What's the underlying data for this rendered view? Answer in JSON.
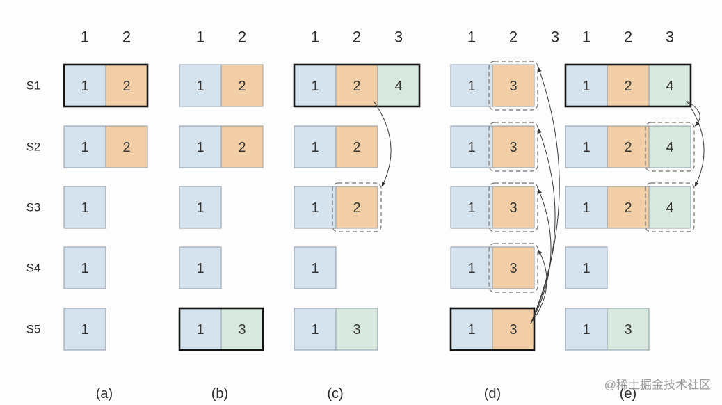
{
  "row_labels": [
    "S1",
    "S2",
    "S3",
    "S4",
    "S5"
  ],
  "colors": {
    "blue": "#d5e3ee",
    "orange": "#f2cea6",
    "green": "#d8eadf",
    "cell_border": "#8e9ba5",
    "bold_border": "#141414",
    "dashed": "#737373",
    "arrow": "#3a3a3a"
  },
  "panels": [
    {
      "label": "(a)",
      "indices": [
        "1",
        "2"
      ],
      "rows": [
        {
          "bold": true,
          "cells": [
            {
              "value": "1",
              "color": "blue"
            },
            {
              "value": "2",
              "color": "orange"
            }
          ]
        },
        {
          "cells": [
            {
              "value": "1",
              "color": "blue"
            },
            {
              "value": "2",
              "color": "orange"
            }
          ]
        },
        {
          "cells": [
            {
              "value": "1",
              "color": "blue"
            }
          ]
        },
        {
          "cells": [
            {
              "value": "1",
              "color": "blue"
            }
          ]
        },
        {
          "cells": [
            {
              "value": "1",
              "color": "blue"
            }
          ]
        }
      ],
      "arrows": []
    },
    {
      "label": "(b)",
      "indices": [
        "1",
        "2"
      ],
      "rows": [
        {
          "cells": [
            {
              "value": "1",
              "color": "blue"
            },
            {
              "value": "2",
              "color": "orange"
            }
          ]
        },
        {
          "cells": [
            {
              "value": "1",
              "color": "blue"
            },
            {
              "value": "2",
              "color": "orange"
            }
          ]
        },
        {
          "cells": [
            {
              "value": "1",
              "color": "blue"
            }
          ]
        },
        {
          "cells": [
            {
              "value": "1",
              "color": "blue"
            }
          ]
        },
        {
          "bold": true,
          "cells": [
            {
              "value": "1",
              "color": "blue"
            },
            {
              "value": "3",
              "color": "green"
            }
          ]
        }
      ],
      "arrows": []
    },
    {
      "label": "(c)",
      "indices": [
        "1",
        "2",
        "3"
      ],
      "rows": [
        {
          "bold": true,
          "cells": [
            {
              "value": "1",
              "color": "blue"
            },
            {
              "value": "2",
              "color": "orange"
            },
            {
              "value": "4",
              "color": "green"
            }
          ]
        },
        {
          "cells": [
            {
              "value": "1",
              "color": "blue"
            },
            {
              "value": "2",
              "color": "orange"
            }
          ]
        },
        {
          "cells": [
            {
              "value": "1",
              "color": "blue"
            },
            {
              "value": "2",
              "color": "orange",
              "dashed": true
            }
          ]
        },
        {
          "cells": [
            {
              "value": "1",
              "color": "blue"
            }
          ]
        },
        {
          "cells": [
            {
              "value": "1",
              "color": "blue"
            },
            {
              "value": "3",
              "color": "green"
            }
          ]
        }
      ],
      "arrows": [
        {
          "from": "S1",
          "to": "S3",
          "index": 2
        }
      ]
    },
    {
      "label": "(d)",
      "indices": [
        "1",
        "2",
        "3"
      ],
      "rows": [
        {
          "cells": [
            {
              "value": "1",
              "color": "blue"
            },
            {
              "value": "3",
              "color": "orange",
              "dashed": true
            }
          ]
        },
        {
          "cells": [
            {
              "value": "1",
              "color": "blue"
            },
            {
              "value": "3",
              "color": "orange",
              "dashed": true
            }
          ]
        },
        {
          "cells": [
            {
              "value": "1",
              "color": "blue"
            },
            {
              "value": "3",
              "color": "orange",
              "dashed": true
            }
          ]
        },
        {
          "cells": [
            {
              "value": "1",
              "color": "blue"
            },
            {
              "value": "3",
              "color": "orange",
              "dashed": true
            }
          ]
        },
        {
          "bold": true,
          "cells": [
            {
              "value": "1",
              "color": "blue"
            },
            {
              "value": "3",
              "color": "orange"
            }
          ]
        }
      ],
      "arrows": [
        {
          "from": "S5",
          "to": "S1",
          "index": 2
        },
        {
          "from": "S5",
          "to": "S2",
          "index": 2
        },
        {
          "from": "S5",
          "to": "S3",
          "index": 2
        },
        {
          "from": "S5",
          "to": "S4",
          "index": 2
        }
      ]
    },
    {
      "label": "(e)",
      "indices": [
        "1",
        "2",
        "3"
      ],
      "rows": [
        {
          "bold": true,
          "cells": [
            {
              "value": "1",
              "color": "blue"
            },
            {
              "value": "2",
              "color": "orange"
            },
            {
              "value": "4",
              "color": "green"
            }
          ]
        },
        {
          "cells": [
            {
              "value": "1",
              "color": "blue"
            },
            {
              "value": "2",
              "color": "orange"
            },
            {
              "value": "4",
              "color": "green",
              "dashed": true
            }
          ]
        },
        {
          "cells": [
            {
              "value": "1",
              "color": "blue"
            },
            {
              "value": "2",
              "color": "orange"
            },
            {
              "value": "4",
              "color": "green",
              "dashed": true
            }
          ]
        },
        {
          "cells": [
            {
              "value": "1",
              "color": "blue"
            }
          ]
        },
        {
          "cells": [
            {
              "value": "1",
              "color": "blue"
            },
            {
              "value": "3",
              "color": "green"
            }
          ]
        }
      ],
      "arrows": [
        {
          "from": "S1",
          "to": "S2",
          "index": 3
        },
        {
          "from": "S1",
          "to": "S3",
          "index": 3
        }
      ]
    }
  ],
  "watermark": "@稀土掘金技术社区"
}
